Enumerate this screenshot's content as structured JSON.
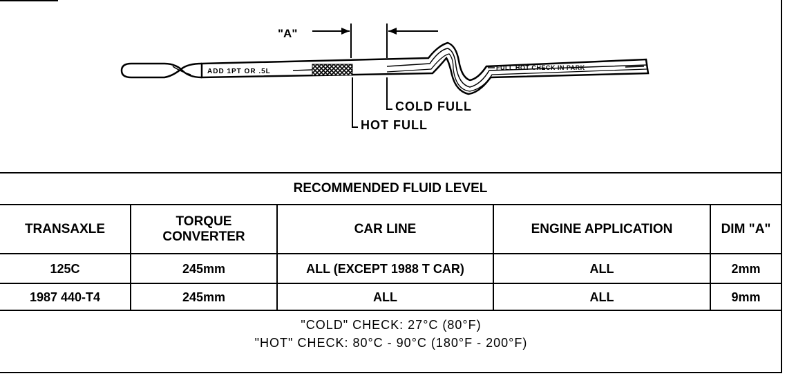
{
  "diagram": {
    "dim_label": "\"A\"",
    "dipstick_text_left": "ADD 1PT OR .5L",
    "dipstick_text_right": "FULL HOT CHECK IN PARK",
    "cold_full_label": "COLD FULL",
    "hot_full_label": "HOT FULL"
  },
  "table": {
    "title": "RECOMMENDED FLUID LEVEL",
    "headers": {
      "transaxle": "TRANSAXLE",
      "torque_line1": "TORQUE",
      "torque_line2": "CONVERTER",
      "car_line": "CAR LINE",
      "engine": "ENGINE APPLICATION",
      "dim": "DIM \"A\""
    },
    "rows": [
      {
        "transaxle": "125C",
        "torque": "245mm",
        "car_line": "ALL (EXCEPT 1988 T CAR)",
        "engine": "ALL",
        "dim": "2mm"
      },
      {
        "transaxle": "1987 440-T4",
        "torque": "245mm",
        "car_line": "ALL",
        "engine": "ALL",
        "dim": "9mm"
      }
    ],
    "notes": [
      "\"COLD\" CHECK: 27°C (80°F)",
      "\"HOT\" CHECK: 80°C - 90°C (180°F - 200°F)"
    ]
  }
}
